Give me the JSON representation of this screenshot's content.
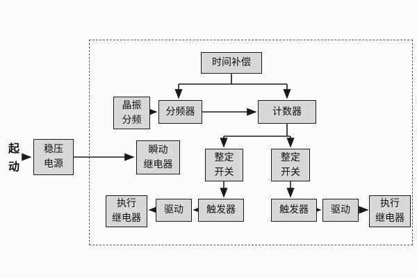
{
  "colors": {
    "background": "#fcfcfc",
    "box_fill": "#d8d8d8",
    "box_border": "#1a1a1a",
    "line": "#1a1a1a",
    "dashed_border": "#555555"
  },
  "diagram": {
    "start_label": "起\n动",
    "boxes": {
      "power": "稳压\n电源",
      "time_comp": "时间补偿",
      "crystal": "晶振\n分频",
      "divider": "分频器",
      "counter": "计数器",
      "instant_relay": "瞬动\n继电器",
      "setting_switch_left": "整定\n开关",
      "setting_switch_right": "整定\n开关",
      "trigger_left": "触发器",
      "trigger_right": "触发器",
      "drive_left": "驱动",
      "drive_right": "驱动",
      "exec_relay_left": "执行\n继电器",
      "exec_relay_right": "执行\n继电器"
    }
  }
}
